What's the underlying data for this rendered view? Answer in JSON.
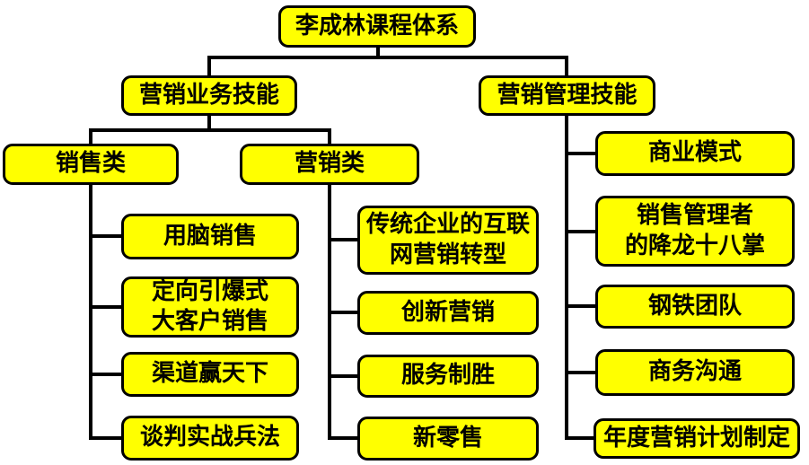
{
  "diagram": {
    "root": "李成林课程体系",
    "business": {
      "label": "营销业务技能",
      "sales": {
        "label": "销售类",
        "items": [
          "用脑销售",
          "定向引爆式\n大客户销售",
          "渠道赢天下",
          "谈判实战兵法"
        ]
      },
      "marketing": {
        "label": "营销类",
        "items": [
          "传统企业的互联\n网营销转型",
          "创新营销",
          "服务制胜",
          "新零售"
        ]
      }
    },
    "management": {
      "label": "营销管理技能",
      "items": [
        "商业模式",
        "销售管理者\n的降龙十八掌",
        "钢铁团队",
        "商务沟通",
        "年度营销计划制定"
      ]
    },
    "colors": {
      "node_fill": "#FFFF00",
      "node_border": "#000000",
      "connector": "#000000",
      "background": "#FFFFFF",
      "text": "#000000"
    }
  }
}
